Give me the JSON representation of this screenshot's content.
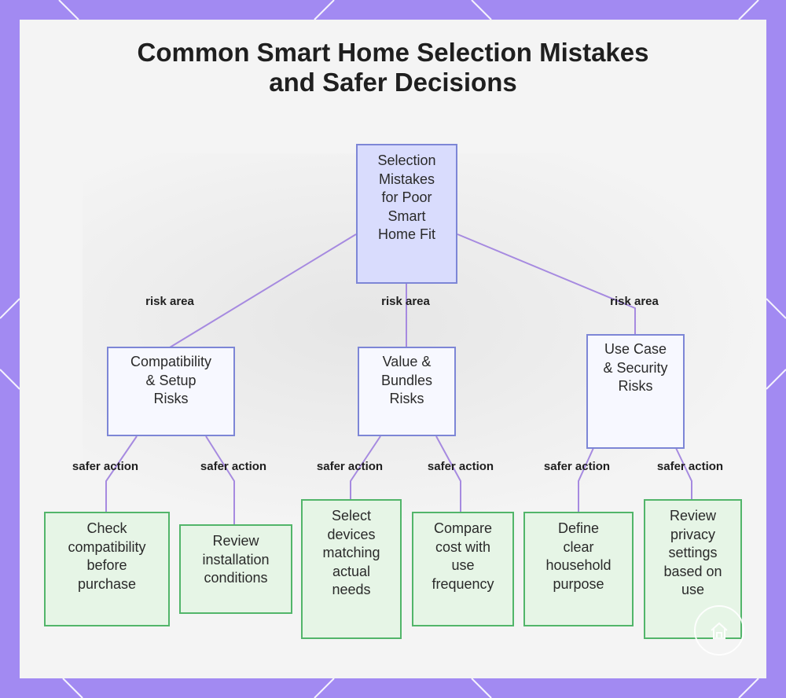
{
  "title": {
    "line1": "Common Smart Home Selection Mistakes",
    "line2": "and Safer Decisions"
  },
  "root": {
    "lines": [
      "Selection",
      "Mistakes",
      "for Poor",
      "Smart",
      "Home Fit"
    ]
  },
  "risk_edge_label": "risk area",
  "action_edge_label": "safer action",
  "risks": [
    {
      "lines": [
        "Compatibility",
        "& Setup",
        "Risks"
      ],
      "actions": [
        {
          "lines": [
            "Check",
            "compatibility",
            "before",
            "purchase"
          ]
        },
        {
          "lines": [
            "Review",
            "installation",
            "conditions"
          ]
        }
      ]
    },
    {
      "lines": [
        "Value &",
        "Bundles",
        "Risks"
      ],
      "actions": [
        {
          "lines": [
            "Select",
            "devices",
            "matching",
            "actual",
            "needs"
          ]
        },
        {
          "lines": [
            "Compare",
            "cost with",
            "use",
            "frequency"
          ]
        }
      ]
    },
    {
      "lines": [
        "Use Case",
        "& Security",
        "Risks"
      ],
      "actions": [
        {
          "lines": [
            "Define",
            "clear",
            "household",
            "purpose"
          ]
        },
        {
          "lines": [
            "Review",
            "privacy",
            "settings",
            "based on",
            "use"
          ]
        }
      ]
    }
  ],
  "colors": {
    "frame": "#a28af2",
    "root_fill": "#d9dcfd",
    "risk_fill": "#f7f8ff",
    "action_fill": "#e6f5e6",
    "action_border": "#52b56a",
    "connector": "#a68ae0"
  },
  "icons": [
    "house-watermark-icon"
  ]
}
